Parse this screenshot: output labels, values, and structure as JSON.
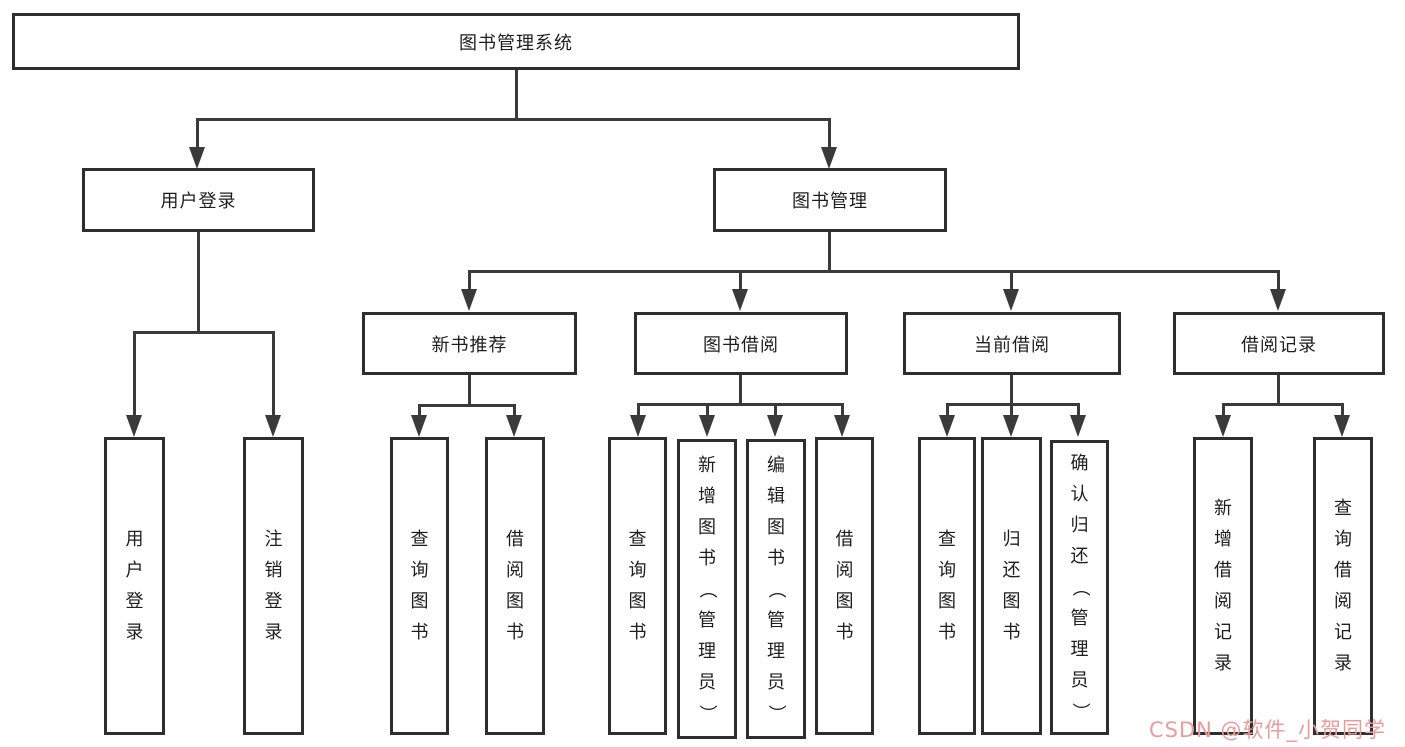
{
  "diagram": {
    "root_label": "图书管理系统",
    "level2": {
      "user_login": "用户登录",
      "book_mgmt": "图书管理"
    },
    "level3": {
      "new_book": "新书推荐",
      "borrow": "图书借阅",
      "current": "当前借阅",
      "records": "借阅记录"
    },
    "leaves": {
      "user_login_login": "用户登录",
      "user_login_logout": "注销登录",
      "newbook_query": "查询图书",
      "newbook_borrow": "借阅图书",
      "borrow_query": "查询图书",
      "borrow_add": "新增图书（管理员）",
      "borrow_edit": "编辑图书（管理员）",
      "borrow_borrow": "借阅图书",
      "current_query": "查询图书",
      "current_return": "归还图书",
      "current_confirm": "确认归还（管理员）",
      "records_add": "新增借阅记录",
      "records_query": "查询借阅记录"
    }
  },
  "watermark": {
    "text": "CSDN @软件_小贺同学"
  },
  "colors": {
    "line": "#3a3a3a",
    "box_border": "#2e2e2e",
    "text": "#1e1e1e",
    "background": "#ffffff",
    "watermark": "#ec9b9b"
  }
}
